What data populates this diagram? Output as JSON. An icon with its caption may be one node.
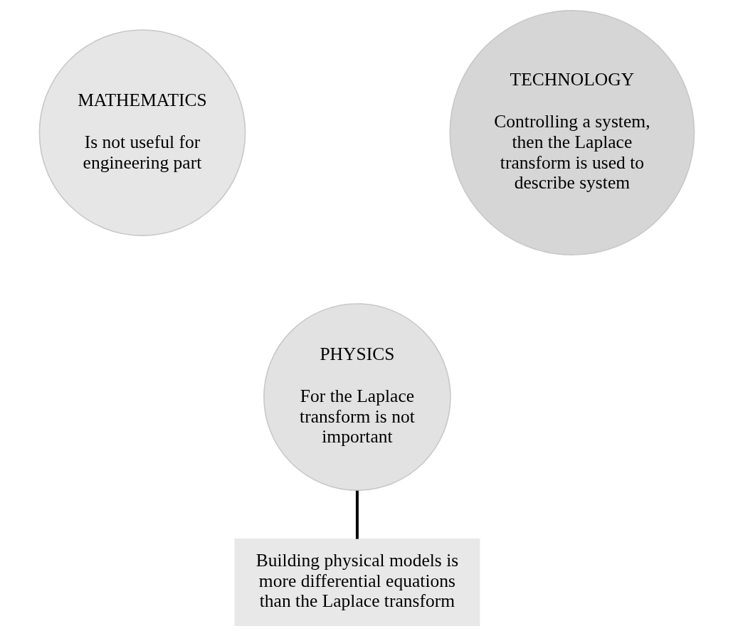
{
  "diagram": {
    "nodes": [
      {
        "text": [
          "MATHEMATICS",
          "Is not useful for engineering part"
        ]
      },
      {
        "text": [
          "TECHNOLOGY",
          "Controlling a system, then the Laplace transform is used to describe system"
        ]
      },
      {
        "text": [
          "PHYSICS",
          "For the Laplace transform is not important"
        ]
      },
      {
        "text": [
          "Building physical models is more differential equations than the Laplace transform"
        ]
      }
    ],
    "edges": [
      {
        "from": 2,
        "to": 3,
        "arrow": "none"
      }
    ]
  }
}
